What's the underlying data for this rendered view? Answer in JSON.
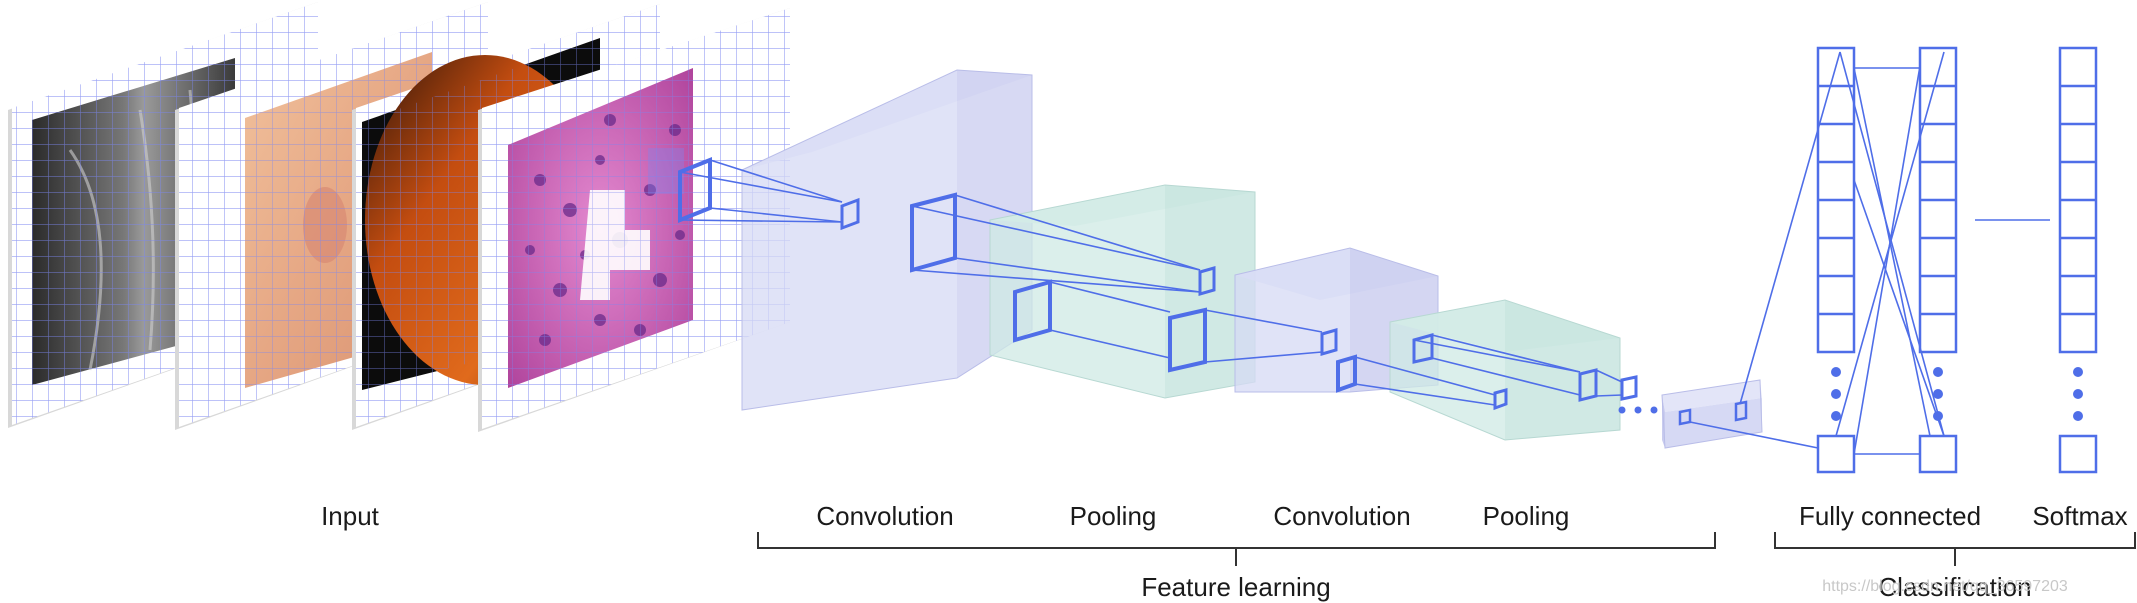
{
  "diagram": {
    "labels": {
      "input": "Input",
      "convolution_1": "Convolution",
      "pooling_1": "Pooling",
      "convolution_2": "Convolution",
      "pooling_2": "Pooling",
      "fully_connected": "Fully connected",
      "softmax": "Softmax",
      "feature_learning": "Feature learning",
      "classification": "Classification"
    },
    "watermark": "https://blog.csdn.net/qq_36597203"
  },
  "colors": {
    "grid_line": "#7b86f0",
    "network_blue": "#4f6ee8",
    "conv_block": "#d6d9f4",
    "pool_block": "#cfe9e4",
    "bracket": "#333333"
  },
  "icons": [
    "mri-slice-image",
    "skin-lesion-image",
    "retina-fundus-image",
    "histology-slide-image"
  ]
}
